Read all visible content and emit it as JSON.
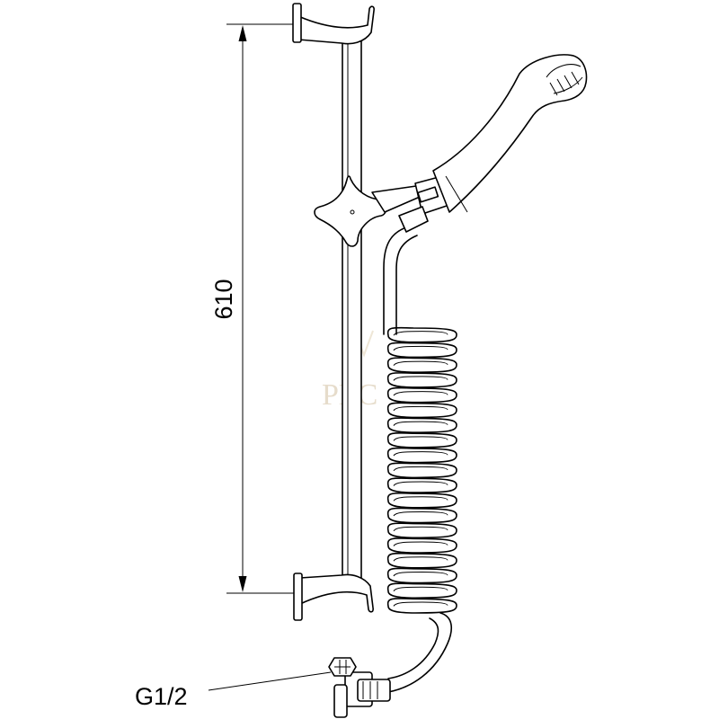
{
  "dimension": {
    "value": "610"
  },
  "callouts": {
    "connector_thread": "G1/2"
  },
  "watermark": {
    "text": "PEC"
  }
}
